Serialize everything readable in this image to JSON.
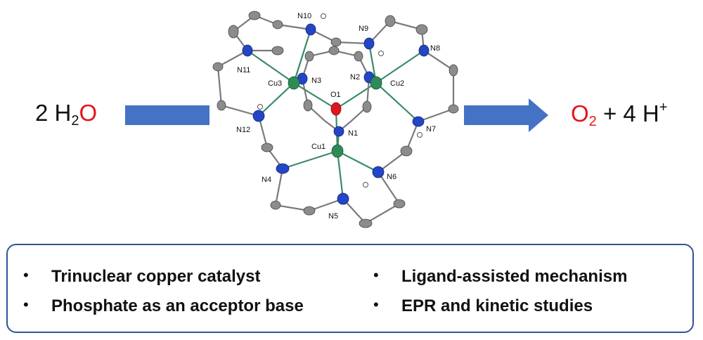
{
  "reaction": {
    "reactant_coeff": "2 H",
    "reactant_sub": "2",
    "reactant_tail": "O",
    "product_o": "O",
    "product_o_sub": "2",
    "product_rest": " + 4 H",
    "product_sup": "+"
  },
  "colors": {
    "arrow": "#4472c4",
    "copper": "#2e8b57",
    "nitrogen": "#2446c4",
    "oxygen": "#e0161b",
    "carbon": "#8c8c8c",
    "box_border": "#2f5597",
    "highlight": "#e0161b"
  },
  "atoms": {
    "cu1": "Cu1",
    "cu2": "Cu2",
    "cu3": "Cu3",
    "o1": "O1",
    "n1": "N1",
    "n2": "N2",
    "n3": "N3",
    "n4": "N4",
    "n5": "N5",
    "n6": "N6",
    "n7": "N7",
    "n8": "N8",
    "n9": "N9",
    "n10": "N10",
    "n11": "N11",
    "n12": "N12"
  },
  "summary": {
    "item1": "Trinuclear copper catalyst",
    "item2": "Phosphate as an acceptor base",
    "item3": "Ligand-assisted mechanism",
    "item4": "EPR and kinetic studies",
    "bullet": "•"
  }
}
